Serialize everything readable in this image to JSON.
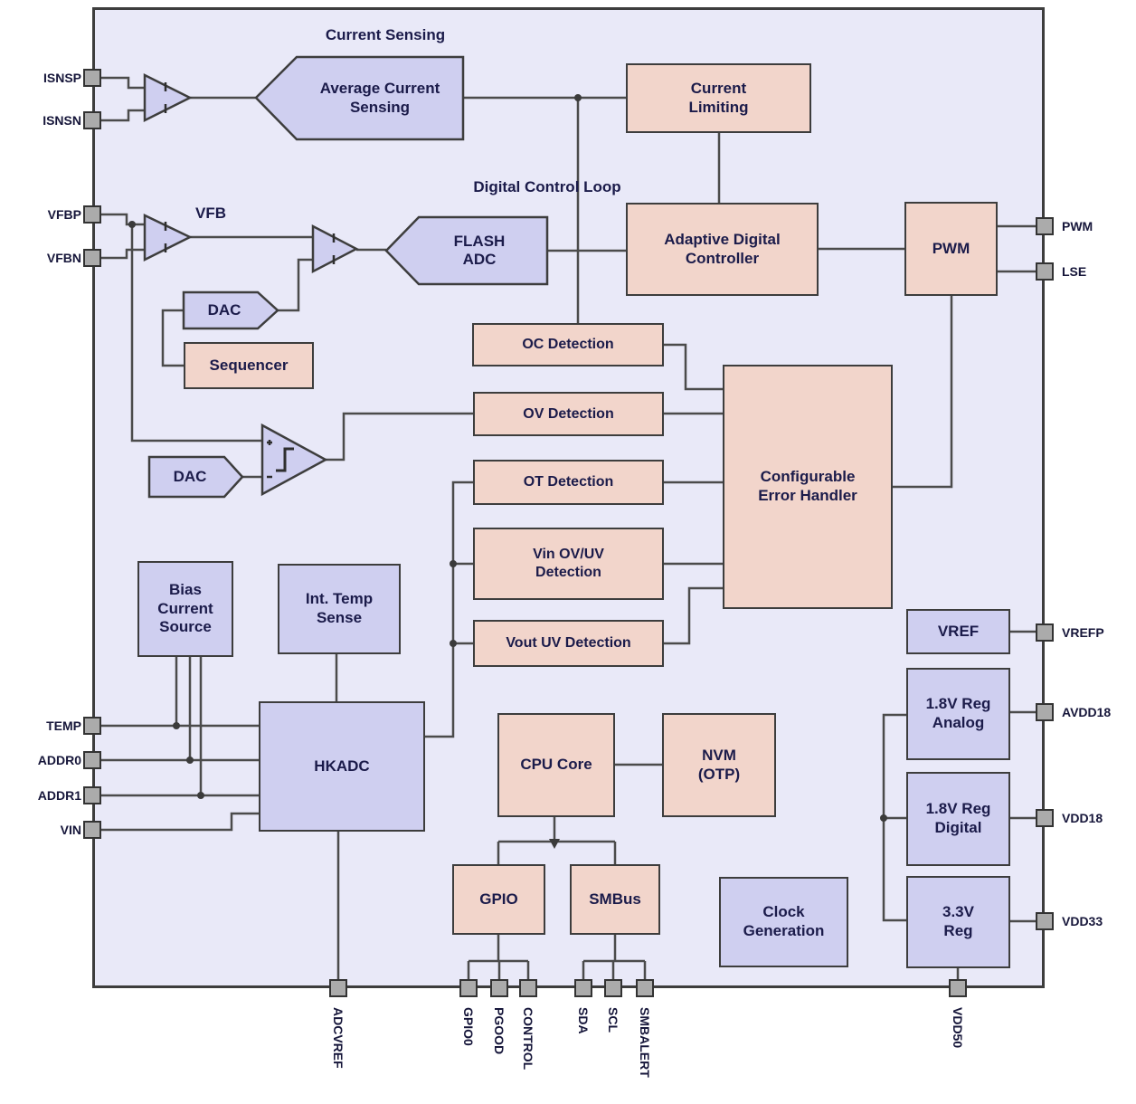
{
  "section_labels": {
    "current_sensing": "Current Sensing",
    "digital_control_loop": "Digital Control Loop",
    "vfb": "VFB"
  },
  "blocks": {
    "avg_current_sensing": "Average Current\nSensing",
    "current_limiting": "Current\nLimiting",
    "flash_adc": "FLASH\nADC",
    "adaptive_digital_controller": "Adaptive Digital\nController",
    "pwm": "PWM",
    "dac_vfb": "DAC",
    "sequencer": "Sequencer",
    "dac_ov": "DAC",
    "oc_detection": "OC Detection",
    "ov_detection": "OV Detection",
    "ot_detection": "OT Detection",
    "vin_ovuv_detection": "Vin OV/UV\nDetection",
    "vout_uv_detection": "Vout UV Detection",
    "configurable_error_handler": "Configurable\nError Handler",
    "bias_current_source": "Bias\nCurrent\nSource",
    "int_temp_sense": "Int. Temp\nSense",
    "hkadc": "HKADC",
    "cpu_core": "CPU Core",
    "nvm_otp": "NVM\n(OTP)",
    "gpio": "GPIO",
    "smbus": "SMBus",
    "clock_generation": "Clock\nGeneration",
    "vref": "VREF",
    "reg_1v8_analog": "1.8V Reg\nAnalog",
    "reg_1v8_digital": "1.8V Reg\nDigital",
    "reg_3v3": "3.3V\nReg"
  },
  "pins": {
    "left": [
      "ISNSP",
      "ISNSN",
      "VFBP",
      "VFBN",
      "TEMP",
      "ADDR0",
      "ADDR1",
      "VIN"
    ],
    "right": [
      "PWM",
      "LSE",
      "VREFP",
      "AVDD18",
      "VDD18",
      "VDD33"
    ],
    "bottom": [
      "ADCVREF",
      "GPIO0",
      "PGOOD",
      "CONTROL",
      "SDA",
      "SCL",
      "SMBALERT",
      "VDD50"
    ]
  },
  "colors": {
    "chip_background": "#e9e9f8",
    "block_blue": "#cfcff0",
    "block_pink": "#f2d5cb",
    "wire": "#4b4b4b",
    "border": "#3d3d3d",
    "pin_fill": "#ababab",
    "text": "#1b1b4a"
  }
}
